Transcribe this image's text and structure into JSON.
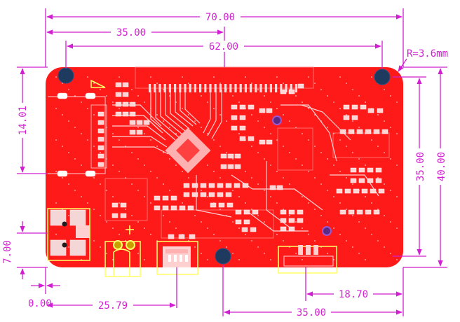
{
  "drawing": {
    "dims": {
      "overall_width": "70.00",
      "hole_to_center": "35.00",
      "hole_spacing": "62.00",
      "corner_radius": "R=3.6mm",
      "left_height": "14.01",
      "board_height": "40.00",
      "hole_height": "35.00",
      "left_offset": "7.00",
      "origin": "0.00",
      "usb_offset": "25.79",
      "right_offset": "18.70",
      "bottom_span": "35.00"
    }
  },
  "colors": {
    "board": "#ff1a1a",
    "dimension": "#d11fd1",
    "silkscreen": "#ffff66",
    "mount_hole": "#1e3a5f",
    "pad": "#f5d6d6",
    "background": "#ffffff"
  }
}
